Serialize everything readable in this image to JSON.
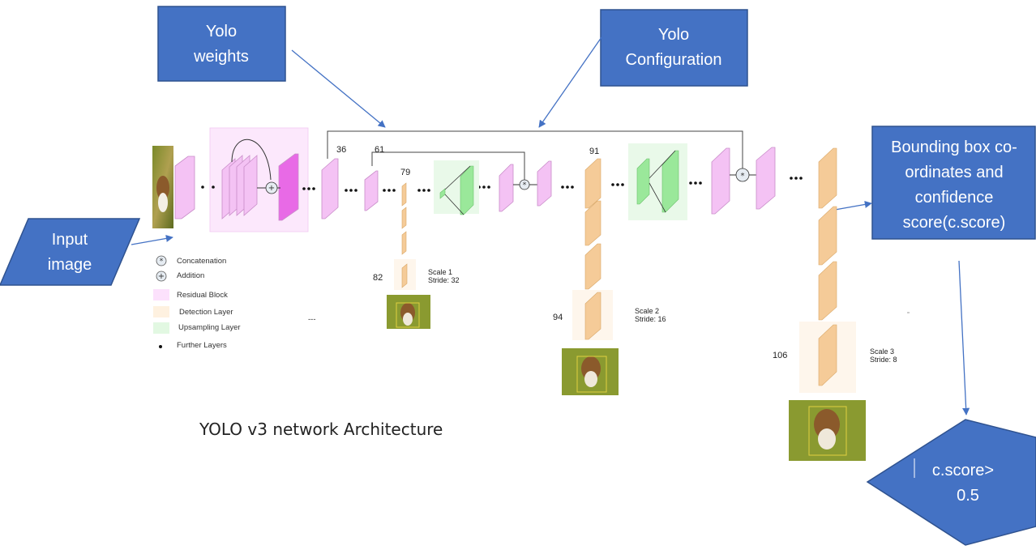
{
  "callouts": {
    "weights": {
      "line1": "Yolo",
      "line2": "weights"
    },
    "config": {
      "line1": "Yolo",
      "line2": "Configuration"
    },
    "input": {
      "line1": "Input",
      "line2": "image"
    },
    "output": {
      "line1": "Bounding box co-",
      "line2": "ordinates and",
      "line3": "confidence",
      "line4": "score(c.score)"
    },
    "decision": {
      "line1": "c.score>",
      "line2": "0.5"
    }
  },
  "layer_labels": {
    "l36": "36",
    "l61": "61",
    "l79": "79",
    "l82": "82",
    "l91": "91",
    "l94": "94",
    "l106": "106"
  },
  "scales": {
    "s1": {
      "name": "Scale 1",
      "stride": "Stride: 32"
    },
    "s2": {
      "name": "Scale 2",
      "stride": "Stride: 16"
    },
    "s3": {
      "name": "Scale 3",
      "stride": "Stride: 8"
    }
  },
  "legend": {
    "concatenation": "Concatenation",
    "addition": "Addition",
    "residual": "Residual Block",
    "detection": "Detection Layer",
    "upsampling": "Upsampling Layer",
    "further": "Further Layers",
    "ellipsis": "---"
  },
  "caption": "YOLO v3 network Architecture",
  "colors": {
    "callout_fill": "#4472C4",
    "callout_stroke": "#2F528F",
    "residual": "#F4C2F4",
    "detection": "#F5CB98",
    "upsampling": "#9AE89A",
    "arrow": "#4472C4"
  },
  "icons": {
    "concat": "circled-asterisk-icon",
    "add": "circled-plus-icon"
  }
}
